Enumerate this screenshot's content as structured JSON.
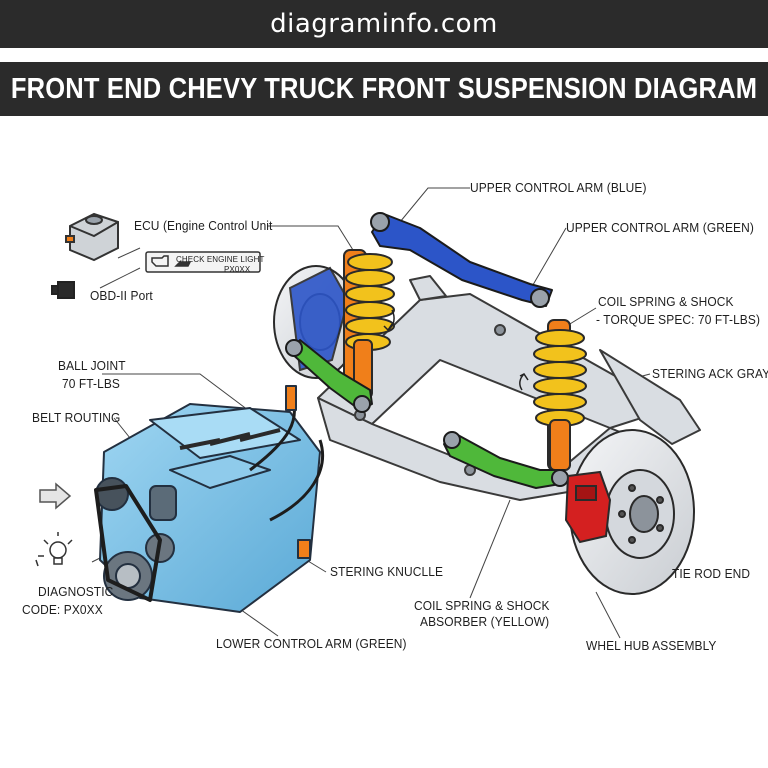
{
  "header": {
    "site": "diagraminfo.com",
    "title": "FRONT END CHEVY TRUCK FRONT SUSPENSION DIAGRAM"
  },
  "labels": {
    "upper_arm_blue": "UPPER CONTROL ARM (BLUE)",
    "upper_arm_green": "UPPER CONTROL ARM (GREEN)",
    "ecu": "ECU (Engine Control Unit",
    "check_engine": "CHECK ENGINE LIGHT",
    "check_code": "PX0XX",
    "obd": "OBD-II Port",
    "coil_torque_1": "COIL SPRING & SHOCK",
    "coil_torque_2": "- TORQUE SPEC: 70 FT-LBS)",
    "ball_joint_1": "BALL JOINT",
    "ball_joint_2": "70 FT-LBS",
    "steering_rack": "STERING ACK GRAY",
    "belt_routing": "BELT ROUTING",
    "diagnostic_1": "DIAGNOSTIC",
    "diagnostic_2": "CODE: PX0XX",
    "steering_knuckle": "STERING KNUCLLE",
    "coil_absorber_1": "COIL SPRING & SHOCK",
    "coil_absorber_2": "ABSORBER (YELLOW)",
    "tie_rod": "TIE ROD END",
    "lower_arm": "LOWER CONTROL ARM (GREEN)",
    "wheel_hub": "WHEL HUB ASSEMBLY"
  },
  "colors": {
    "bar": "#2b2b2b",
    "engine": "#7ec3e8",
    "upper_arm": "#2c55c8",
    "lower_arm": "#4fb83a",
    "spring": "#f2c21c",
    "shock": "#f07f1a",
    "caliper": "#d42020",
    "frame": "#d9dde2",
    "rotor": "#e4e6e9"
  }
}
